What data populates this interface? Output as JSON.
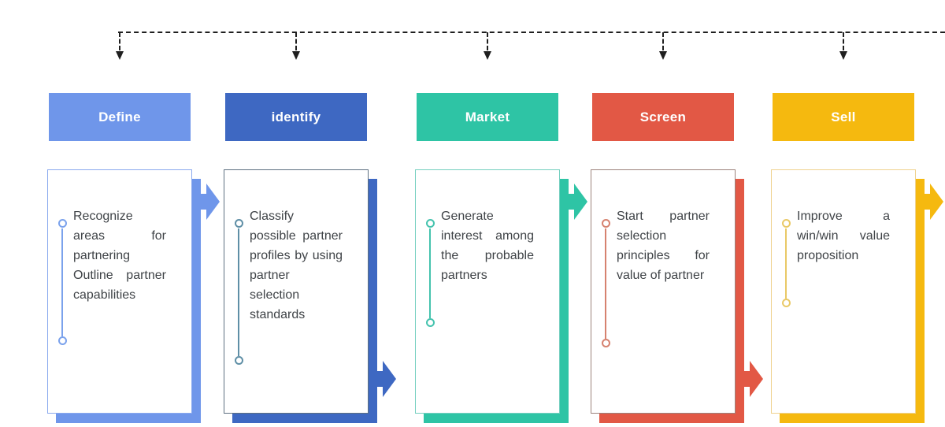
{
  "connector": {
    "style": "dashed",
    "color": "#1f1f1f"
  },
  "steps": [
    {
      "id": "define",
      "label": "Define",
      "description": "Recognize areas for partnering Outline partner capabilities",
      "color": "#6F96EA",
      "card_border_color": "#8AA9EE",
      "timeline_color": "#7BA2EC",
      "arrow_position": "top"
    },
    {
      "id": "identify",
      "label": "identify",
      "description": "Classify possible partner profiles by using partner selection standards",
      "color": "#3E68C2",
      "card_border_color": "#5E7081",
      "timeline_color": "#5F8FA6",
      "arrow_position": "bottom"
    },
    {
      "id": "market",
      "label": "Market",
      "description": "Generate interest among the probable partners",
      "color": "#2EC4A5",
      "card_border_color": "#74CFBF",
      "timeline_color": "#45C3AE",
      "arrow_position": "top"
    },
    {
      "id": "screen",
      "label": "Screen",
      "description": "Start partner selection principles for value of partner",
      "color": "#E25845",
      "card_border_color": "#9C837C",
      "timeline_color": "#D6826F",
      "arrow_position": "bottom"
    },
    {
      "id": "sell",
      "label": "Sell",
      "description": "Improve a win/win value proposition",
      "color": "#F5B90F",
      "card_border_color": "#EFD28F",
      "timeline_color": "#E9C966",
      "arrow_position": "top"
    }
  ]
}
